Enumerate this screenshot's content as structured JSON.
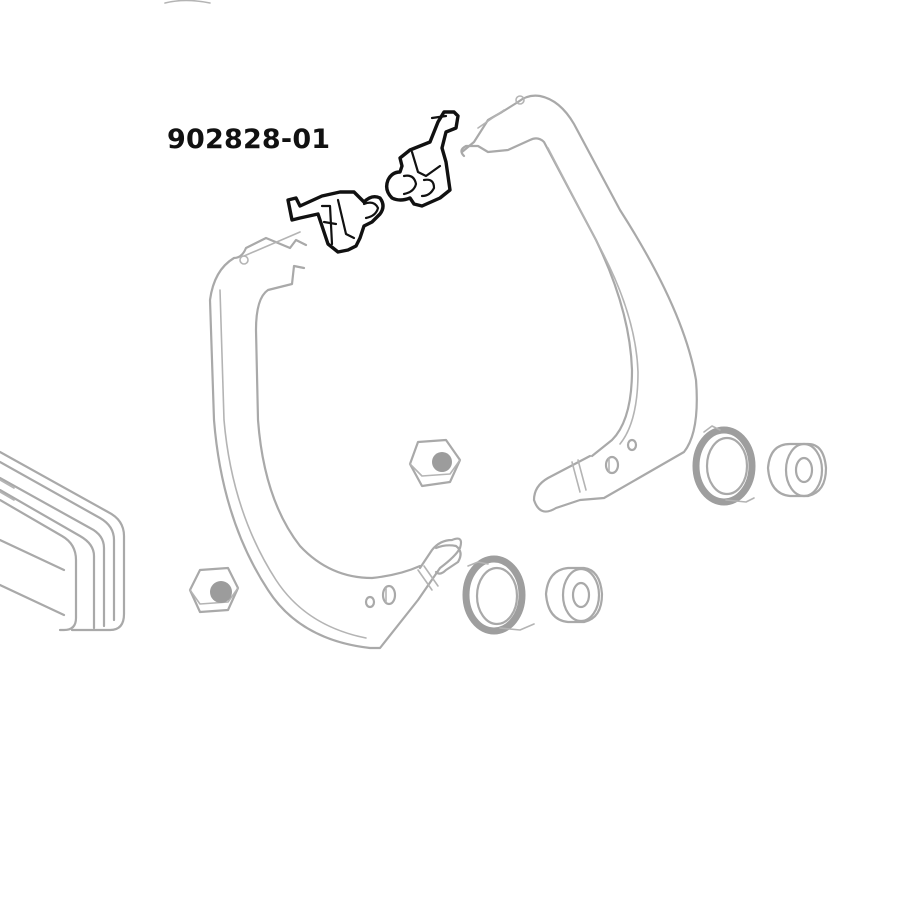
{
  "diagram": {
    "type": "exploded parts diagram",
    "subject": "brake shoe assembly",
    "highlighted_part": {
      "label": "902828-01",
      "description": "spring clip pair (drawn in black)"
    },
    "components": [
      {
        "name": "brake-shoe-left",
        "color": "#a9a9a9"
      },
      {
        "name": "brake-shoe-right",
        "color": "#a9a9a9"
      },
      {
        "name": "spring-clip-left",
        "color": "#111111"
      },
      {
        "name": "spring-clip-right",
        "color": "#111111"
      },
      {
        "name": "hex-nut-upper",
        "color": "#a9a9a9"
      },
      {
        "name": "hex-nut-lower",
        "color": "#a9a9a9"
      },
      {
        "name": "coil-spring-upper",
        "color": "#a9a9a9"
      },
      {
        "name": "coil-spring-lower",
        "color": "#a9a9a9"
      },
      {
        "name": "bushing-upper",
        "color": "#a9a9a9"
      },
      {
        "name": "bushing-lower",
        "color": "#a9a9a9"
      },
      {
        "name": "housing-end-cap",
        "color": "#a9a9a9"
      }
    ],
    "colors": {
      "background": "#ffffff",
      "line_gray": "#a9a9a9",
      "highlight_black": "#111111",
      "fill_gray": "#9c9c9c"
    }
  }
}
